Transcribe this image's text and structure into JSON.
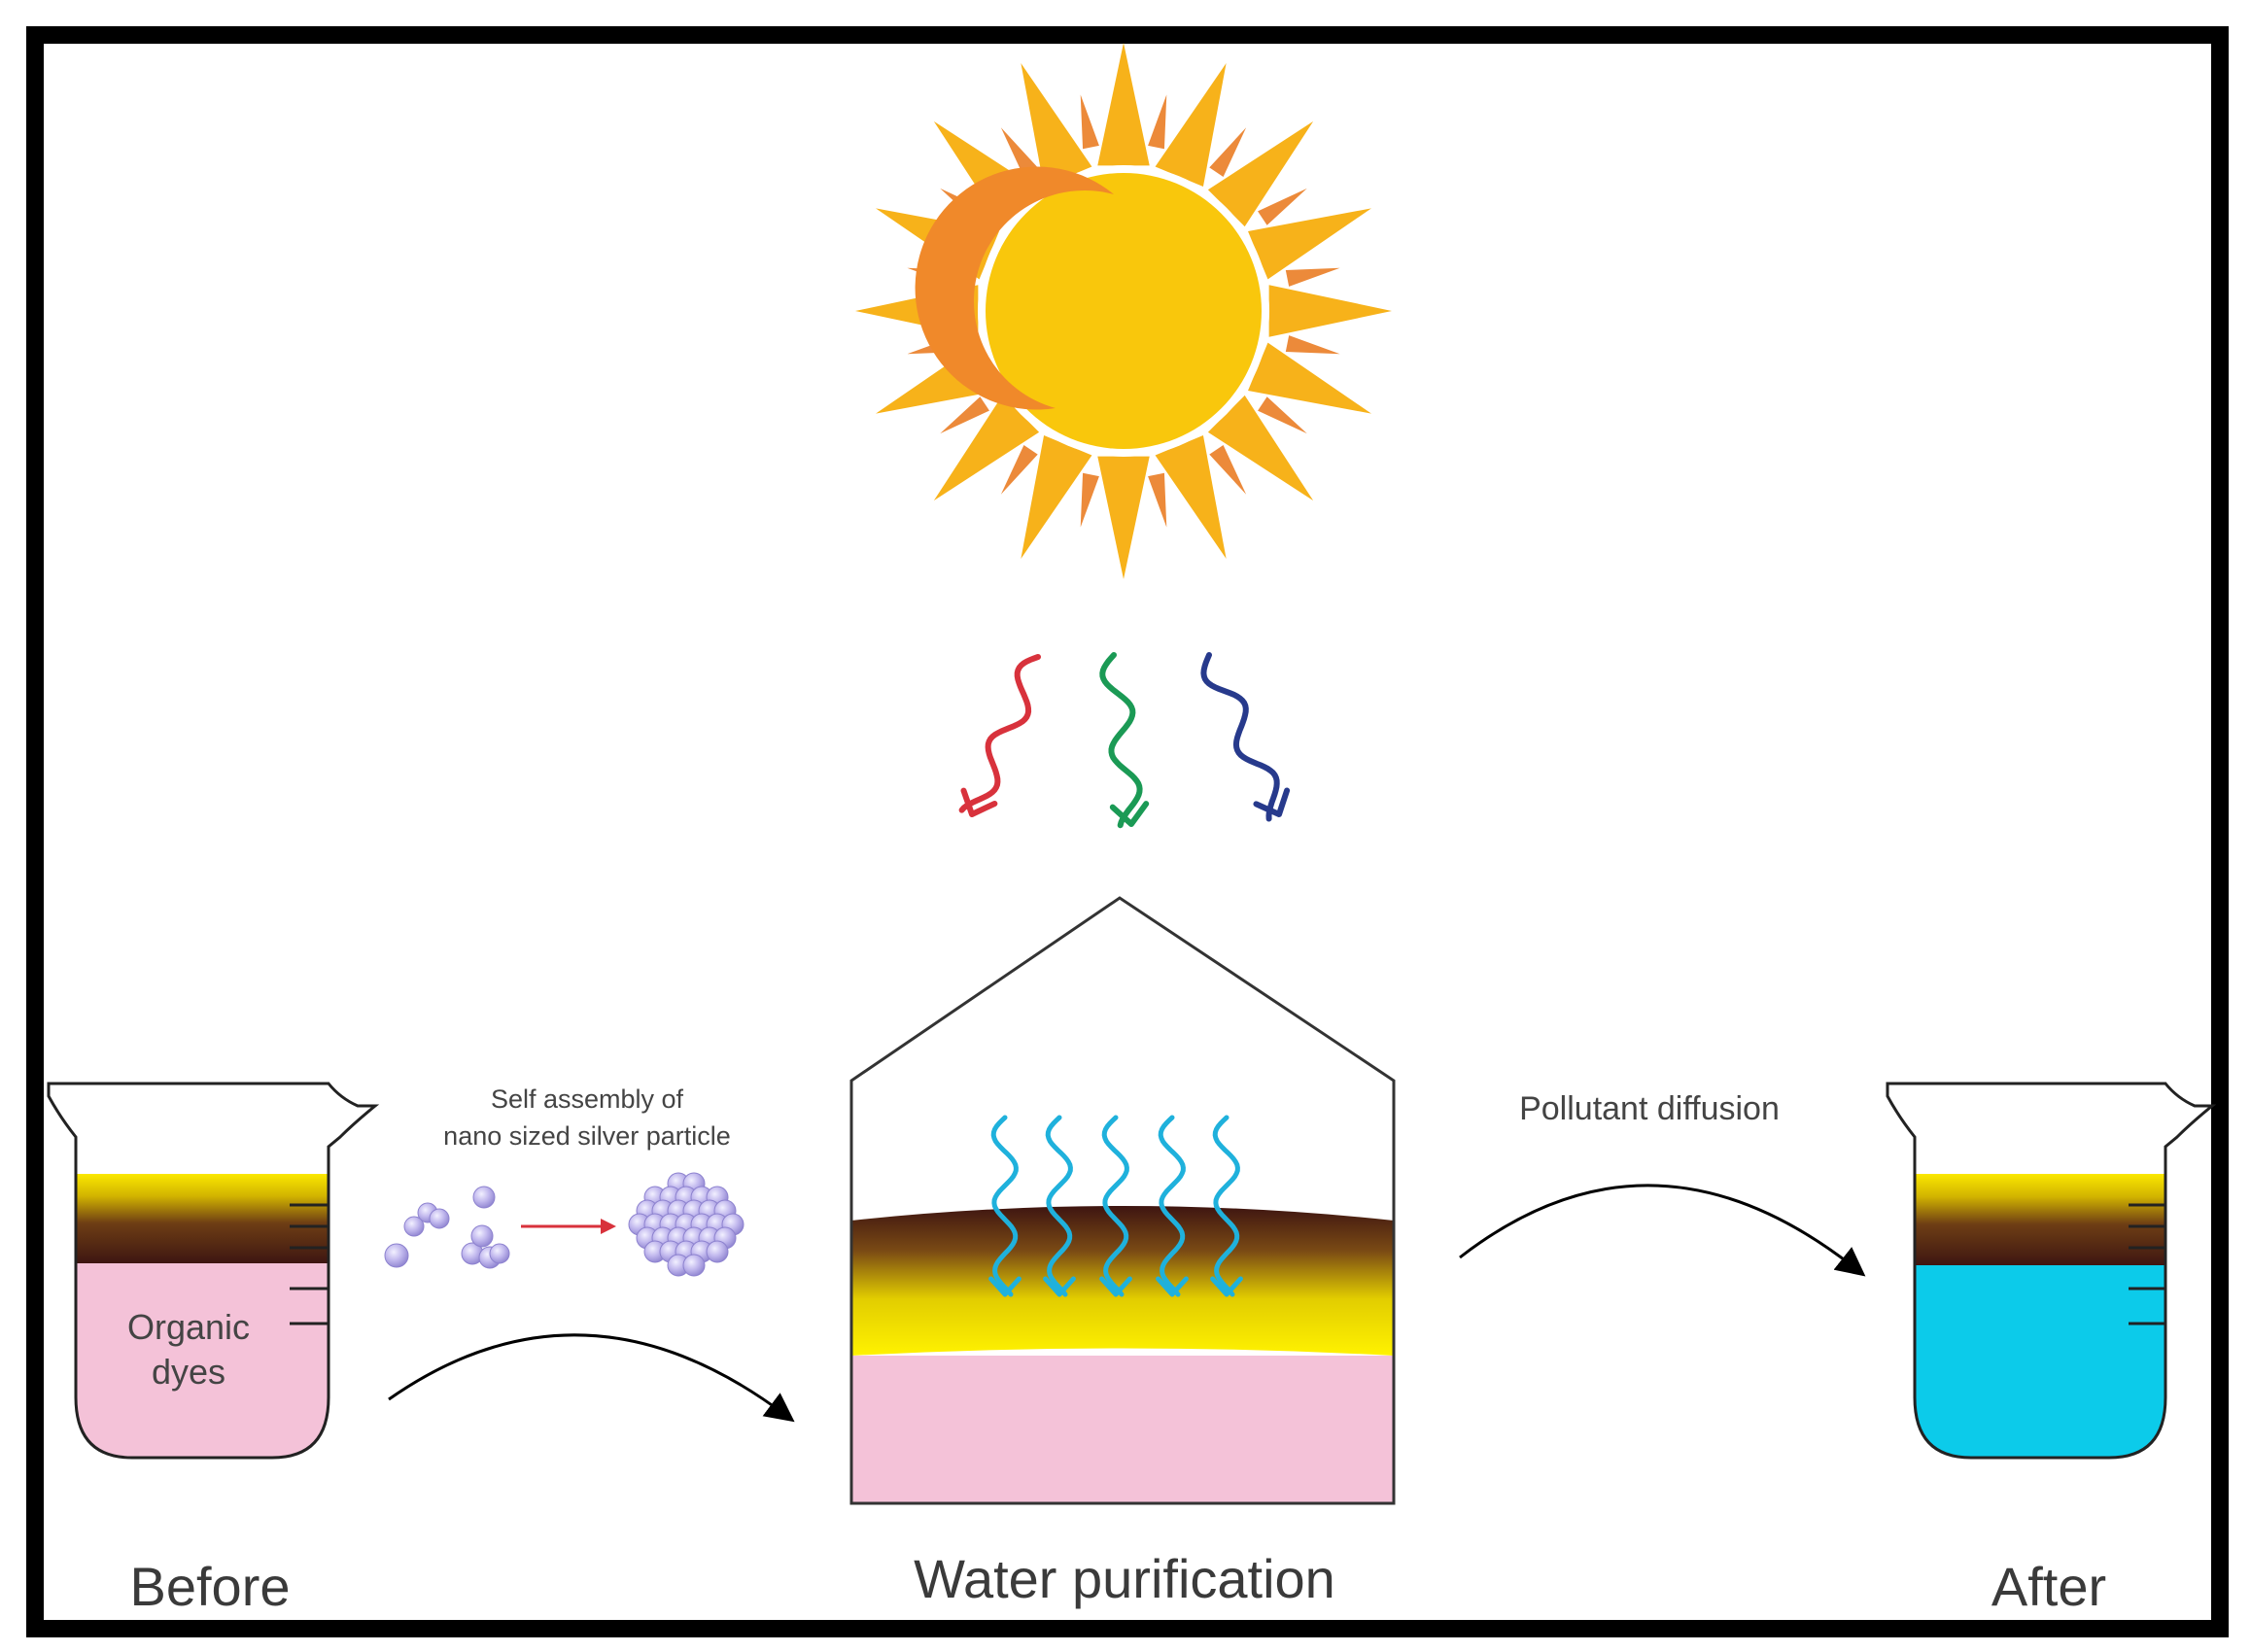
{
  "labels": {
    "organic_dyes_line1": "Organic",
    "organic_dyes_line2": "dyes",
    "self_assembly_line1": "Self assembly of",
    "self_assembly_line2": "nano sized silver particle",
    "pollutant_diffusion": "Pollutant diffusion",
    "before": "Before",
    "water_purification": "Water purification",
    "after": "After"
  },
  "colors": {
    "frame": "#000000",
    "sun_rays": "#f7b21a",
    "sun_core": "#f9c70c",
    "sun_crescent": "#f0892a",
    "ray_accent": "#ec8a3a",
    "wave_red": "#d8323c",
    "wave_green": "#1b9a55",
    "wave_blue": "#273a8c",
    "wave_cyan": "#1fb1dc",
    "dye_pink": "#f4c2d8",
    "clean_water": "#0ccbea",
    "yellow_layer": "#f2e000",
    "dark_layer": "#4a1a16",
    "particle": "#b0a6e4"
  },
  "icons": {
    "sun": "sun-icon",
    "light_waves": "wavy-arrow-icon",
    "beaker": "beaker-icon",
    "nanoparticles": "silver-nanoparticle-icon",
    "cluster": "nanoparticle-cluster-icon"
  }
}
